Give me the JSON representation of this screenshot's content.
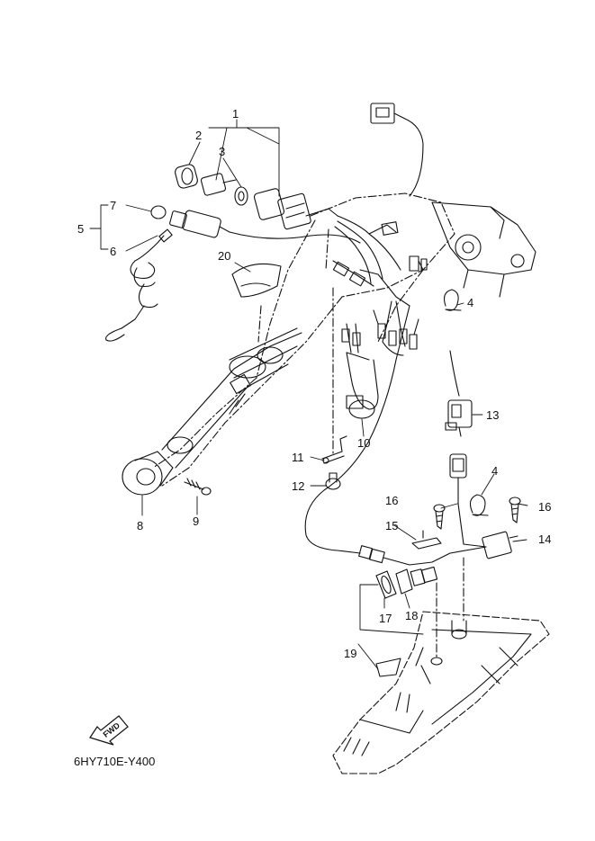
{
  "diagram_code": "6HY710E-Y400",
  "fwd_label": "FWD",
  "callouts": [
    "1",
    "2",
    "3",
    "4",
    "5",
    "6",
    "7",
    "8",
    "9",
    "10",
    "11",
    "12",
    "13",
    "14",
    "15",
    "16",
    "17",
    "18",
    "19",
    "20",
    "4",
    "16"
  ],
  "colors": {
    "line": "#111111",
    "background": "#ffffff",
    "shade": "#555555"
  }
}
